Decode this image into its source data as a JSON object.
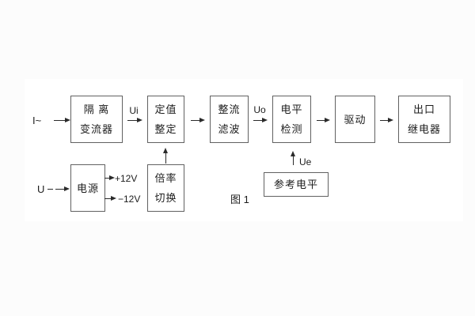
{
  "figure": {
    "caption": "图 1",
    "labels": {
      "current_input": "I~",
      "voltage_input": "U",
      "ui": "Ui",
      "uo": "Uo",
      "ue": "Ue",
      "plus_12v": "+12V",
      "minus_12v": "−12V"
    },
    "blocks": {
      "isolation_ct": {
        "line1": "隔 离",
        "line2": "变流器"
      },
      "setpoint": {
        "line1": "定值",
        "line2": "整定"
      },
      "rectify_filter": {
        "line1": "整流",
        "line2": "滤波"
      },
      "level_detect": {
        "line1": "电平",
        "line2": "检测"
      },
      "drive": {
        "line1": "驱动"
      },
      "output_relay": {
        "line1": "出口",
        "line2": "继电器"
      },
      "power": {
        "line1": "电源"
      },
      "ratio_switch": {
        "line1": "倍率",
        "line2": "切换"
      },
      "reference_level": {
        "line1": "参考电平"
      }
    },
    "colors": {
      "background": "#fcfcfc",
      "panel": "#ffffff",
      "line": "#2a2a2a",
      "box_border": "#616161",
      "text": "#1c1c1c"
    }
  }
}
